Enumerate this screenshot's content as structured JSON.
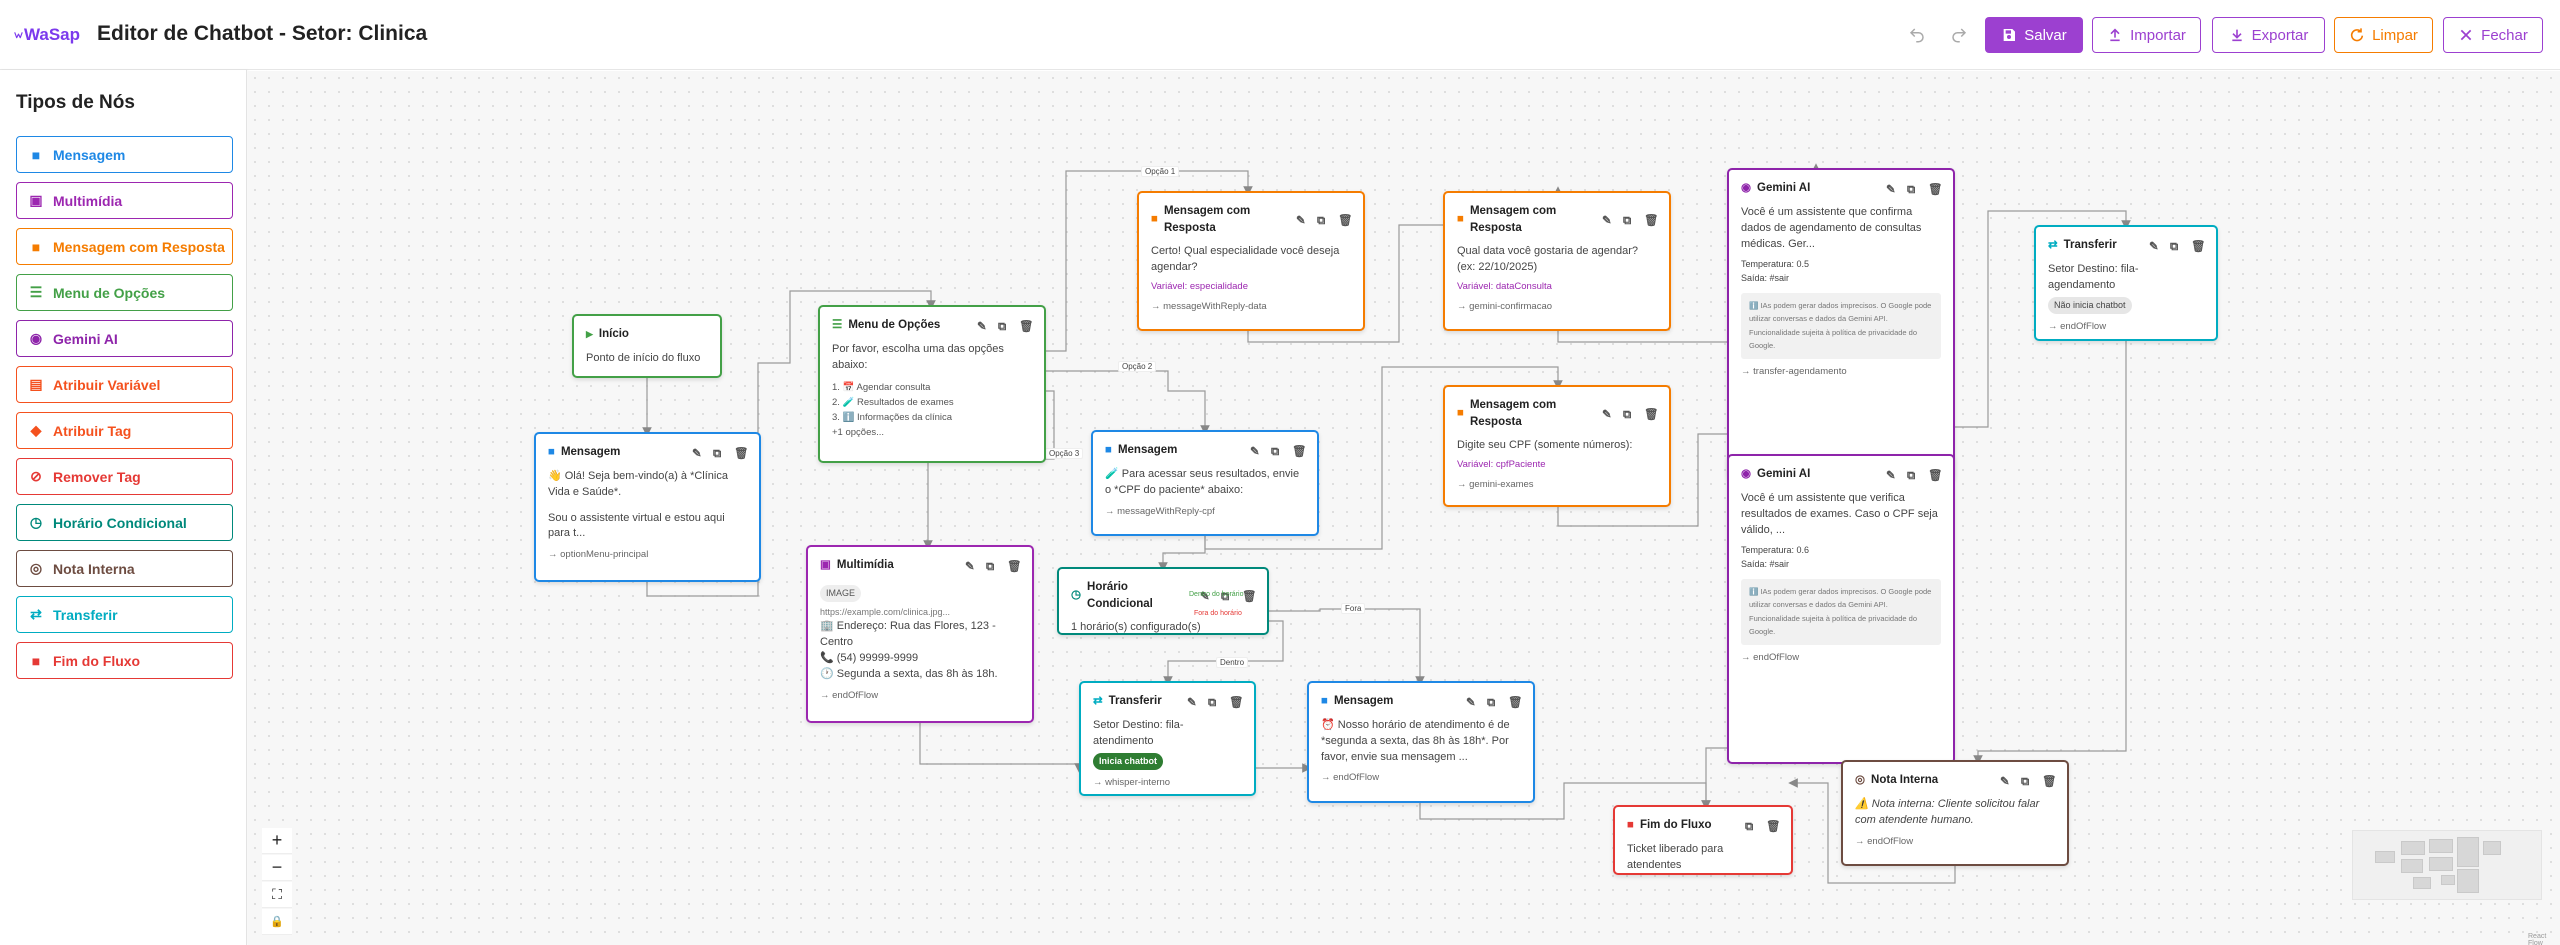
{
  "app": {
    "logo_text": "WaSap",
    "title": "Editor de Chatbot - Setor: Clinica"
  },
  "toolbar": {
    "save": "Salvar",
    "import": "Importar",
    "export": "Exportar",
    "clear": "Limpar",
    "close": "Fechar"
  },
  "colors": {
    "primary": "#9c40d0",
    "orange": "#f57c00",
    "red": "#d32f2f"
  },
  "sidebar": {
    "title": "Tipos de Nós",
    "items": [
      {
        "label": "Mensagem",
        "color": "#1e88e5",
        "icon": "chat-icon"
      },
      {
        "label": "Multimídia",
        "color": "#9c27b0",
        "icon": "image-icon"
      },
      {
        "label": "Mensagem com Resposta",
        "color": "#f57c00",
        "icon": "reply-icon"
      },
      {
        "label": "Menu de Opções",
        "color": "#43a047",
        "icon": "list-icon"
      },
      {
        "label": "Gemini AI",
        "color": "#8e24aa",
        "icon": "robot-icon"
      },
      {
        "label": "Atribuir Variável",
        "color": "#f4511e",
        "icon": "clipboard-icon"
      },
      {
        "label": "Atribuir Tag",
        "color": "#f4511e",
        "icon": "tag-icon"
      },
      {
        "label": "Remover Tag",
        "color": "#e53935",
        "icon": "remove-tag-icon"
      },
      {
        "label": "Horário Condicional",
        "color": "#00897b",
        "icon": "clock-icon"
      },
      {
        "label": "Nota Interna",
        "color": "#6d4c41",
        "icon": "eye-off-icon"
      },
      {
        "label": "Transferir",
        "color": "#00acc1",
        "icon": "transfer-icon"
      },
      {
        "label": "Fim do Fluxo",
        "color": "#e53935",
        "icon": "stop-icon"
      }
    ]
  },
  "nodes": {
    "inicio": {
      "title": "Início",
      "body": "Ponto de início do fluxo"
    },
    "msg1": {
      "title": "Mensagem",
      "body": "👋 Olá! Seja bem-vindo(a) à *Clínica Vida e Saúde*.",
      "body2": "Sou o assistente virtual e estou aqui para t...",
      "foot": "→ optionMenu-principal"
    },
    "menu": {
      "title": "Menu de Opções",
      "body": "Por favor, escolha uma das opções abaixo:",
      "options": [
        "1. 📅 Agendar consulta",
        "2. 🧪 Resultados de exames",
        "3. ℹ️ Informações da clínica"
      ],
      "more": "+1 opções..."
    },
    "multi": {
      "title": "Multimídia",
      "chip": "IMAGE",
      "url": "https://example.com/clinica.jpg...",
      "l1": "🏢 Endereço: Rua das Flores, 123 - Centro",
      "l2": "📞 (54) 99999-9999",
      "l3": "🕐 Segunda a sexta, das 8h às 18h.",
      "foot": "→ endOfFlow"
    },
    "mr1": {
      "title": "Mensagem com Resposta",
      "body": "Certo! Qual especialidade você deseja agendar?",
      "var": "Variável: especialidade",
      "foot": "→ messageWithReply-data"
    },
    "msg2": {
      "title": "Mensagem",
      "body": "🧪 Para acessar seus resultados, envie o *CPF do paciente* abaixo:",
      "foot": "→ messageWithReply-cpf"
    },
    "horario": {
      "title": "Horário Condicional",
      "body": "1 horário(s) configurado(s)",
      "tag1": "Dentro do horário",
      "tag2": "Fora do horário"
    },
    "trans1": {
      "title": "Transferir",
      "body": "Setor Destino: fila-atendimento",
      "chip": "Inicia chatbot",
      "foot": "→ whisper-interno"
    },
    "msg3": {
      "title": "Mensagem",
      "body": "⏰ Nosso horário de atendimento é de *segunda a sexta, das 8h às 18h*. Por favor, envie sua mensagem ...",
      "foot": "→ endOfFlow"
    },
    "mr2": {
      "title": "Mensagem com Resposta",
      "body": "Qual data você gostaria de agendar? (ex: 22/10/2025)",
      "var": "Variável: dataConsulta",
      "foot": "→ gemini-confirmacao"
    },
    "mr3": {
      "title": "Mensagem com Resposta",
      "body": "Digite seu CPF (somente números):",
      "var": "Variável: cpfPaciente",
      "foot": "→ gemini-exames"
    },
    "gem1": {
      "title": "Gemini AI",
      "body": "Você é um assistente que confirma dados de agendamento de consultas médicas. Ger...",
      "temp": "Temperatura: 0.5",
      "saida": "Saída: #sair",
      "note": "ℹ️ IAs podem gerar dados imprecisos. O Google pode utilizar conversas e dados da Gemini API. Funcionalidade sujeita à política de privacidade do Google.",
      "foot": "→ transfer-agendamento"
    },
    "gem2": {
      "title": "Gemini AI",
      "body": "Você é um assistente que verifica resultados de exames. Caso o CPF seja válido, ...",
      "temp": "Temperatura: 0.6",
      "saida": "Saída: #sair",
      "note": "ℹ️ IAs podem gerar dados imprecisos. O Google pode utilizar conversas e dados da Gemini API. Funcionalidade sujeita à política de privacidade do Google.",
      "foot": "→ endOfFlow"
    },
    "trans2": {
      "title": "Transferir",
      "body": "Setor Destino: fila-agendamento",
      "chip": "Não inicia chatbot",
      "foot": "→ endOfFlow"
    },
    "fim": {
      "title": "Fim do Fluxo",
      "body": "Ticket liberado para atendentes"
    },
    "nota": {
      "title": "Nota Interna",
      "body": "⚠️ Nota interna: Cliente solicitou falar com atendente humano.",
      "foot": "→ endOfFlow"
    }
  },
  "edge_labels": {
    "op1": "Opção 1",
    "op2": "Opção 2",
    "op3": "Opção 3",
    "fora": "Fora",
    "dentro": "Dentro"
  },
  "controls": {
    "zoom_in": "+",
    "zoom_out": "−",
    "fit": "⛶",
    "lock": "🔒"
  },
  "attribution": "React Flow"
}
